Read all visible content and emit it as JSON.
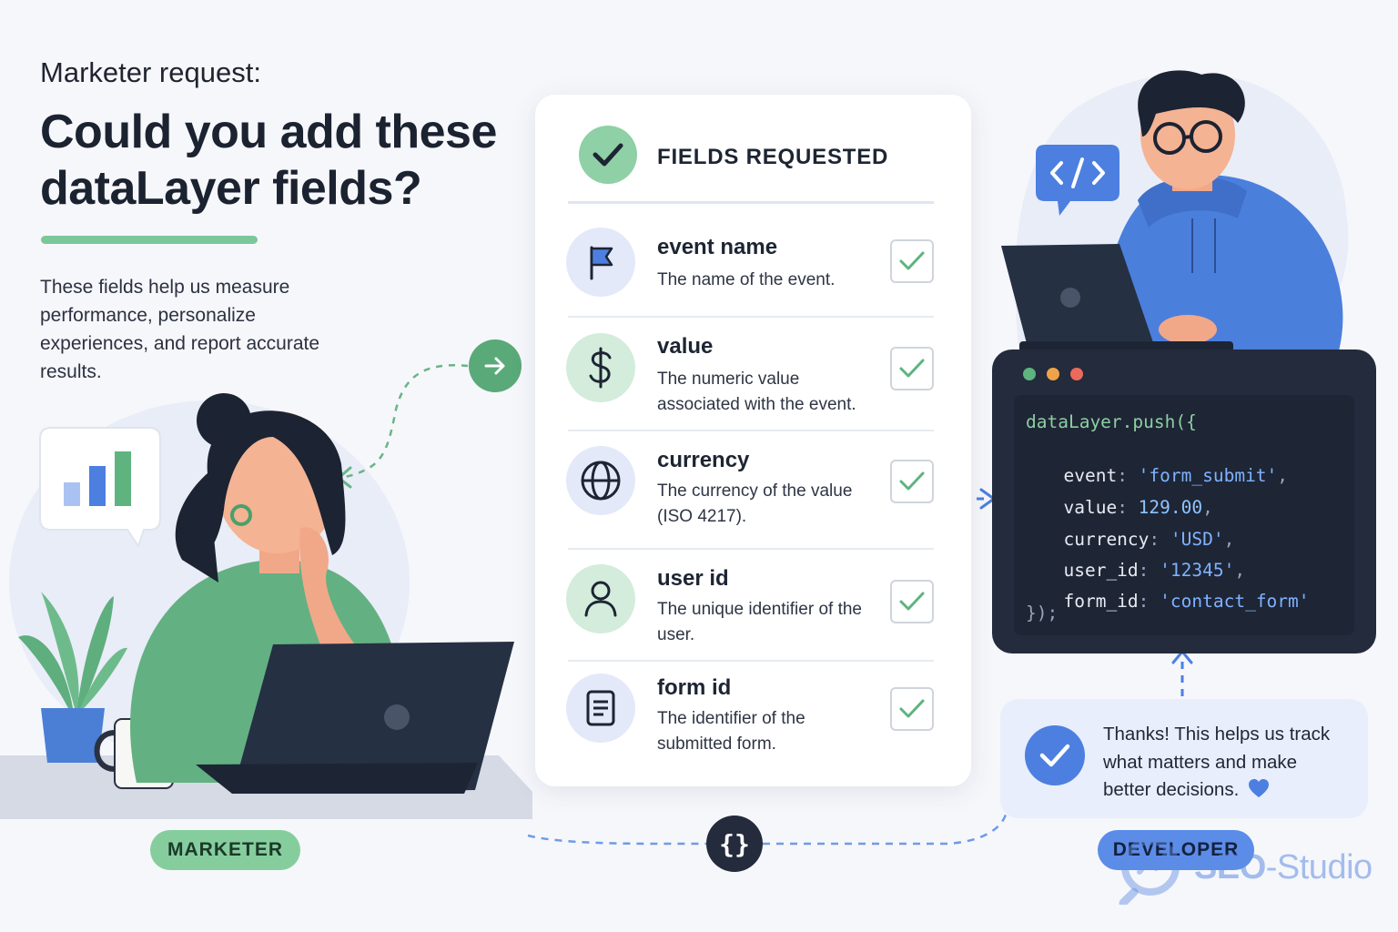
{
  "header": {
    "eyebrow": "Marketer request:",
    "headline": "Could you add these dataLayer fields?",
    "description": "These fields help us measure performance, personalize experiences, and report accurate results."
  },
  "card": {
    "title": "FIELDS REQUESTED",
    "fields": [
      {
        "name": "event name",
        "description": "The name of the event.",
        "icon": "flag-icon"
      },
      {
        "name": "value",
        "description": "The numeric value associated with the event.",
        "icon": "dollar-icon"
      },
      {
        "name": "currency",
        "description": "The currency of the value (ISO 4217).",
        "icon": "globe-icon"
      },
      {
        "name": "user id",
        "description": "The unique identifier of the user.",
        "icon": "user-icon"
      },
      {
        "name": "form id",
        "description": "The identifier of the submitted form.",
        "icon": "document-icon"
      }
    ]
  },
  "code": {
    "open": "dataLayer.push({",
    "entries": [
      {
        "key": "event",
        "value": "'form_submit'",
        "comma": ","
      },
      {
        "key": "value",
        "value": "129.00",
        "comma": ","
      },
      {
        "key": "currency",
        "value": "'USD'",
        "comma": ","
      },
      {
        "key": "user_id",
        "value": "'12345'",
        "comma": ","
      },
      {
        "key": "form_id",
        "value": "'contact_form'",
        "comma": ""
      }
    ],
    "close": "});"
  },
  "developer_note": "Thanks! This helps us track what matters and make better decisions.",
  "roles": {
    "marketer": "MARKETER",
    "developer": "DEVELOPER"
  },
  "code_badge": "{}",
  "brand": {
    "part1": "SEO",
    "part2": "-Studio"
  },
  "colors": {
    "green_accent": "#7cc79a",
    "blue_accent": "#5b8ce8",
    "dark_panel": "#232b3c"
  }
}
